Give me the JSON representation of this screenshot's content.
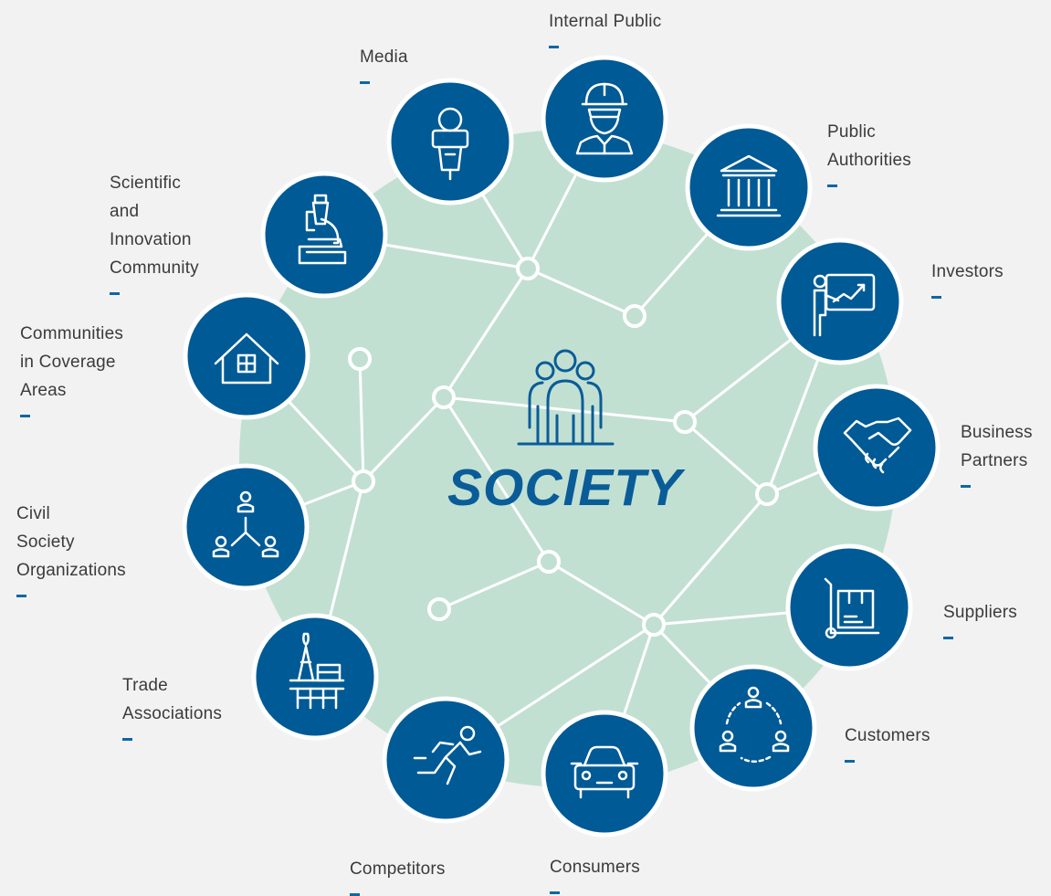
{
  "center": {
    "title": "SOCIETY",
    "icon": "people-group-icon"
  },
  "colors": {
    "background": "#f2f2f2",
    "circle_fill": "#c2e0d2",
    "node_fill": "#005a96",
    "line": "#ffffff",
    "accent": "#0f66a3",
    "text": "#3b3b3b"
  },
  "stakeholders": [
    {
      "id": "media",
      "label": "Media",
      "icon": "microphone-icon"
    },
    {
      "id": "internal-public",
      "label": "Internal Public",
      "icon": "worker-helmet-icon"
    },
    {
      "id": "public-authorities",
      "label": "Public\nAuthorities",
      "icon": "government-building-icon"
    },
    {
      "id": "investors",
      "label": "Investors",
      "icon": "presentation-chart-icon"
    },
    {
      "id": "business-partners",
      "label": "Business\nPartners",
      "icon": "handshake-icon"
    },
    {
      "id": "suppliers",
      "label": "Suppliers",
      "icon": "hand-truck-box-icon"
    },
    {
      "id": "customers",
      "label": "Customers",
      "icon": "customer-cycle-icon"
    },
    {
      "id": "consumers",
      "label": "Consumers",
      "icon": "car-icon"
    },
    {
      "id": "competitors",
      "label": "Competitors",
      "icon": "running-person-icon"
    },
    {
      "id": "trade-associations",
      "label": "Trade\nAssociations",
      "icon": "oil-rig-icon"
    },
    {
      "id": "civil-society-organizations",
      "label": "Civil\nSociety\nOrganizations",
      "icon": "network-people-icon"
    },
    {
      "id": "communities",
      "label": "Communities\nin Coverage\nAreas",
      "icon": "house-icon"
    },
    {
      "id": "scientific",
      "label": "Scientific\nand\nInnovation\nCommunity",
      "icon": "microscope-icon"
    }
  ]
}
